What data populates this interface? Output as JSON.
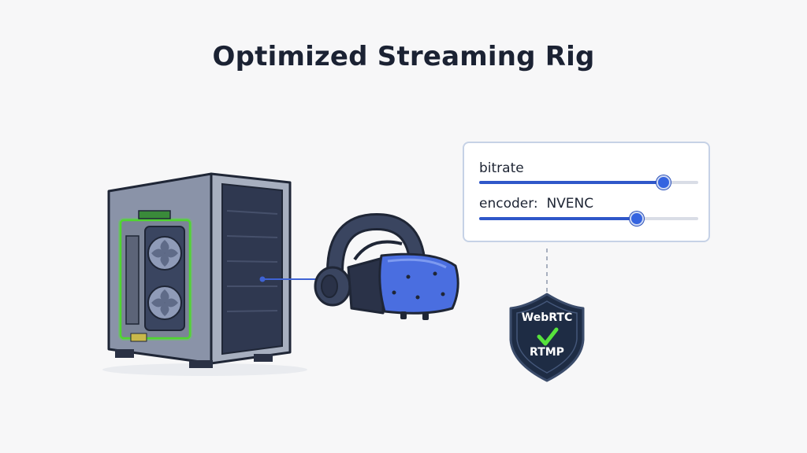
{
  "title": "Optimized Streaming Rig",
  "settings_panel": {
    "params": [
      {
        "label": "bitrate",
        "level": 0.84
      },
      {
        "label": "encoder:  NVENC",
        "level": 0.72
      }
    ]
  },
  "protocol_badge": {
    "top_label": "WebRTC",
    "bottom_label": "RTMP",
    "check_icon": "check-icon"
  },
  "colors": {
    "gpu_highlight": "#57e33c",
    "headset_blue": "#4a6ee0",
    "accent": "#3564e0",
    "badge_dark": "#1e2c44"
  }
}
